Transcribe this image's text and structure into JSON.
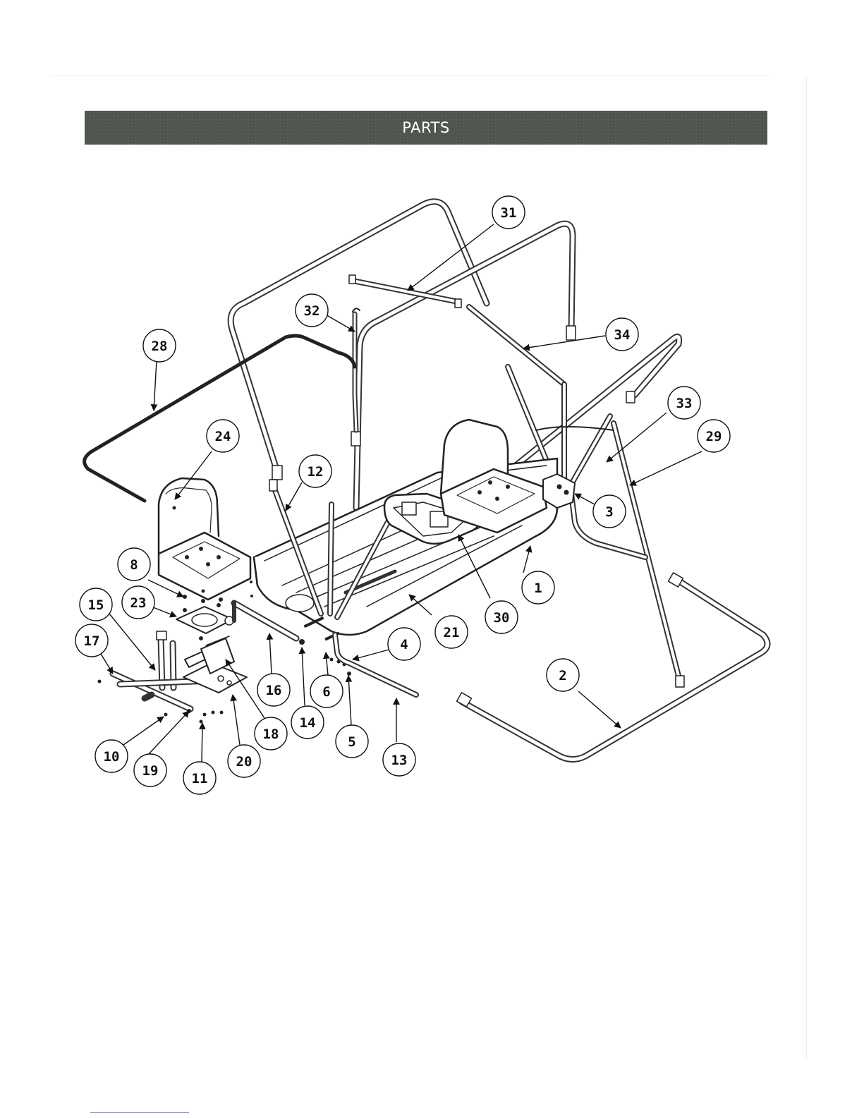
{
  "header": {
    "title": "PARTS"
  },
  "callouts": [
    {
      "label": "1"
    },
    {
      "label": "2"
    },
    {
      "label": "3"
    },
    {
      "label": "4"
    },
    {
      "label": "5"
    },
    {
      "label": "6"
    },
    {
      "label": "8"
    },
    {
      "label": "10"
    },
    {
      "label": "11"
    },
    {
      "label": "12"
    },
    {
      "label": "13"
    },
    {
      "label": "14"
    },
    {
      "label": "15"
    },
    {
      "label": "16"
    },
    {
      "label": "17"
    },
    {
      "label": "18"
    },
    {
      "label": "19"
    },
    {
      "label": "20"
    },
    {
      "label": "21"
    },
    {
      "label": "23"
    },
    {
      "label": "24"
    },
    {
      "label": "28"
    },
    {
      "label": "29"
    },
    {
      "label": "30"
    },
    {
      "label": "31"
    },
    {
      "label": "32"
    },
    {
      "label": "33"
    },
    {
      "label": "34"
    }
  ]
}
